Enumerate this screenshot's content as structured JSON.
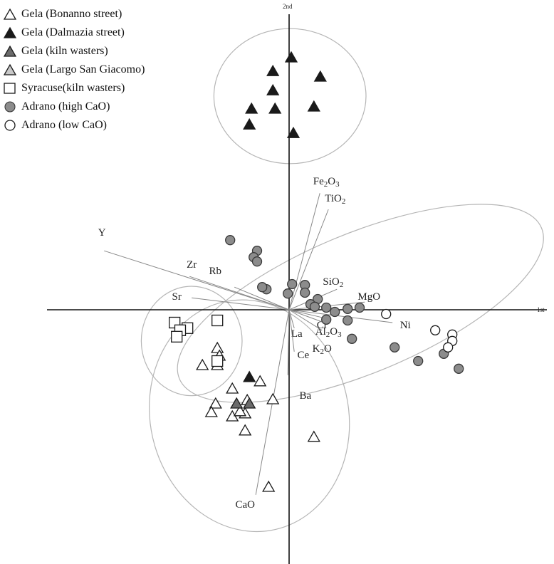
{
  "chart_data": {
    "type": "scatter",
    "title": "",
    "xlabel": "1st",
    "ylabel": "2nd",
    "xlim": [
      -6.5,
      6.6
    ],
    "ylim": [
      -6.9,
      7.1
    ],
    "grid": false,
    "legend_position": "top-left",
    "colors": {
      "black": "#1a1a1a",
      "dark_gray": "#6b6b6b",
      "light_gray": "#c8c8c8",
      "adrano_high": "#8c8c8c",
      "ellipse": "#b5b5b5",
      "loading": "#888888"
    },
    "series": [
      {
        "name": "Gela (Bonanno street)",
        "marker": "triangle-open",
        "points": [
          [
            -1.68,
            -0.9
          ],
          [
            -1.63,
            -1.08
          ],
          [
            -2.03,
            -1.3
          ],
          [
            -1.68,
            -1.3
          ],
          [
            -0.68,
            -1.68
          ],
          [
            -1.33,
            -1.85
          ],
          [
            -0.38,
            -2.1
          ],
          [
            -1.72,
            -2.2
          ],
          [
            -0.98,
            -2.12
          ],
          [
            -1.82,
            -2.4
          ],
          [
            -1.03,
            -2.43
          ],
          [
            -1.33,
            -2.5
          ],
          [
            -1.15,
            -2.38
          ],
          [
            -1.03,
            -2.83
          ],
          [
            0.58,
            -2.98
          ],
          [
            -0.48,
            -4.15
          ]
        ]
      },
      {
        "name": "Gela (Dalmazia street)",
        "marker": "triangle-filled",
        "points": [
          [
            0.05,
            5.9
          ],
          [
            -0.38,
            5.58
          ],
          [
            0.73,
            5.45
          ],
          [
            -0.38,
            5.13
          ],
          [
            -0.88,
            4.7
          ],
          [
            -0.33,
            4.7
          ],
          [
            0.58,
            4.75
          ],
          [
            -0.93,
            4.33
          ],
          [
            0.1,
            4.13
          ],
          [
            -0.93,
            -1.58
          ]
        ]
      },
      {
        "name": "Gela (kiln wasters)",
        "marker": "triangle-dark",
        "points": [
          [
            -1.23,
            -2.2
          ],
          [
            -0.93,
            -2.2
          ]
        ]
      },
      {
        "name": "Gela (Largo San Giacomo)",
        "marker": "triangle-light",
        "points": []
      },
      {
        "name": "Syracuse(kiln wasters)",
        "marker": "square-open",
        "points": [
          [
            -2.68,
            -0.3
          ],
          [
            -2.38,
            -0.43
          ],
          [
            -2.55,
            -0.48
          ],
          [
            -1.68,
            -0.25
          ],
          [
            -2.63,
            -0.63
          ],
          [
            -1.68,
            -1.2
          ]
        ]
      },
      {
        "name": "Adrano (high CaO)",
        "marker": "circle-filled",
        "points": [
          [
            -1.38,
            1.63
          ],
          [
            -0.75,
            1.38
          ],
          [
            -0.83,
            1.23
          ],
          [
            -0.75,
            1.13
          ],
          [
            -0.53,
            0.48
          ],
          [
            0.07,
            0.6
          ],
          [
            0.37,
            0.58
          ],
          [
            -0.63,
            0.53
          ],
          [
            -0.03,
            0.38
          ],
          [
            0.37,
            0.4
          ],
          [
            0.67,
            0.25
          ],
          [
            0.5,
            0.13
          ],
          [
            0.6,
            0.07
          ],
          [
            0.87,
            0.05
          ],
          [
            1.07,
            -0.05
          ],
          [
            1.37,
            0.02
          ],
          [
            1.65,
            0.05
          ],
          [
            1.37,
            -0.25
          ],
          [
            1.47,
            -0.68
          ],
          [
            0.87,
            -0.23
          ],
          [
            2.47,
            -0.88
          ],
          [
            3.02,
            -1.2
          ],
          [
            3.62,
            -1.03
          ],
          [
            3.97,
            -1.38
          ]
        ]
      },
      {
        "name": "Adrano (low CaO)",
        "marker": "circle-open",
        "points": [
          [
            2.27,
            -0.1
          ],
          [
            3.42,
            -0.48
          ],
          [
            3.82,
            -0.58
          ],
          [
            3.82,
            -0.73
          ],
          [
            3.72,
            -0.88
          ]
        ]
      }
    ],
    "ellipses": [
      {
        "cx": 0.02,
        "cy": 5.0,
        "rx": 1.78,
        "ry": 1.58,
        "angle": 0
      },
      {
        "cx": 1.67,
        "cy": 0.15,
        "rx": 4.59,
        "ry": 1.63,
        "angle": -22.6
      },
      {
        "cx": -2.28,
        "cy": -0.73,
        "rx": 1.18,
        "ry": 1.28,
        "angle": 0
      },
      {
        "cx": -0.93,
        "cy": -2.48,
        "rx": 2.32,
        "ry": 2.73,
        "angle": -13
      }
    ],
    "loadings": [
      {
        "name": "Y",
        "x": -4.33,
        "y": 1.38,
        "lx": -4.38,
        "ly": 1.73
      },
      {
        "name": "Zr",
        "x": -2.33,
        "y": 0.78,
        "lx": -2.28,
        "ly": 0.98
      },
      {
        "name": "Rb",
        "x": -1.28,
        "y": 0.53,
        "lx": -1.73,
        "ly": 0.83
      },
      {
        "name": "Sr",
        "x": -2.28,
        "y": 0.28,
        "lx": -2.63,
        "ly": 0.23
      },
      {
        "name": "Fe2O3",
        "x": 0.72,
        "y": 2.73,
        "lx": 0.87,
        "ly": 2.93
      },
      {
        "name": "TiO2",
        "x": 0.92,
        "y": 2.35,
        "lx": 1.08,
        "ly": 2.53
      },
      {
        "name": "SiO2",
        "x": 1.12,
        "y": 0.48,
        "lx": 1.03,
        "ly": 0.58
      },
      {
        "name": "MgO",
        "x": 1.77,
        "y": 0.18,
        "lx": 1.87,
        "ly": 0.23
      },
      {
        "name": "Cr",
        "x": 0.77,
        "y": -0.18,
        "lx": 0.77,
        "ly": -0.43
      },
      {
        "name": "Al2O3",
        "x": 0.82,
        "y": -0.3,
        "lx": 0.92,
        "ly": -0.58
      },
      {
        "name": "K2O",
        "x": 0.77,
        "y": -0.48,
        "lx": 0.77,
        "ly": -0.98
      },
      {
        "name": "Ni",
        "x": 2.42,
        "y": -0.3,
        "lx": 2.72,
        "ly": -0.43
      },
      {
        "name": "La",
        "x": 0.12,
        "y": -0.43,
        "lx": 0.18,
        "ly": -0.63
      },
      {
        "name": "Ce",
        "x": 0.12,
        "y": -0.98,
        "lx": 0.33,
        "ly": -1.13
      },
      {
        "name": "Ba",
        "x": -0.03,
        "y": -1.53,
        "lx": 0.38,
        "ly": -2.08
      },
      {
        "name": "CaO",
        "x": -0.78,
        "y": -4.33,
        "lx": -1.03,
        "ly": -4.63
      }
    ]
  }
}
